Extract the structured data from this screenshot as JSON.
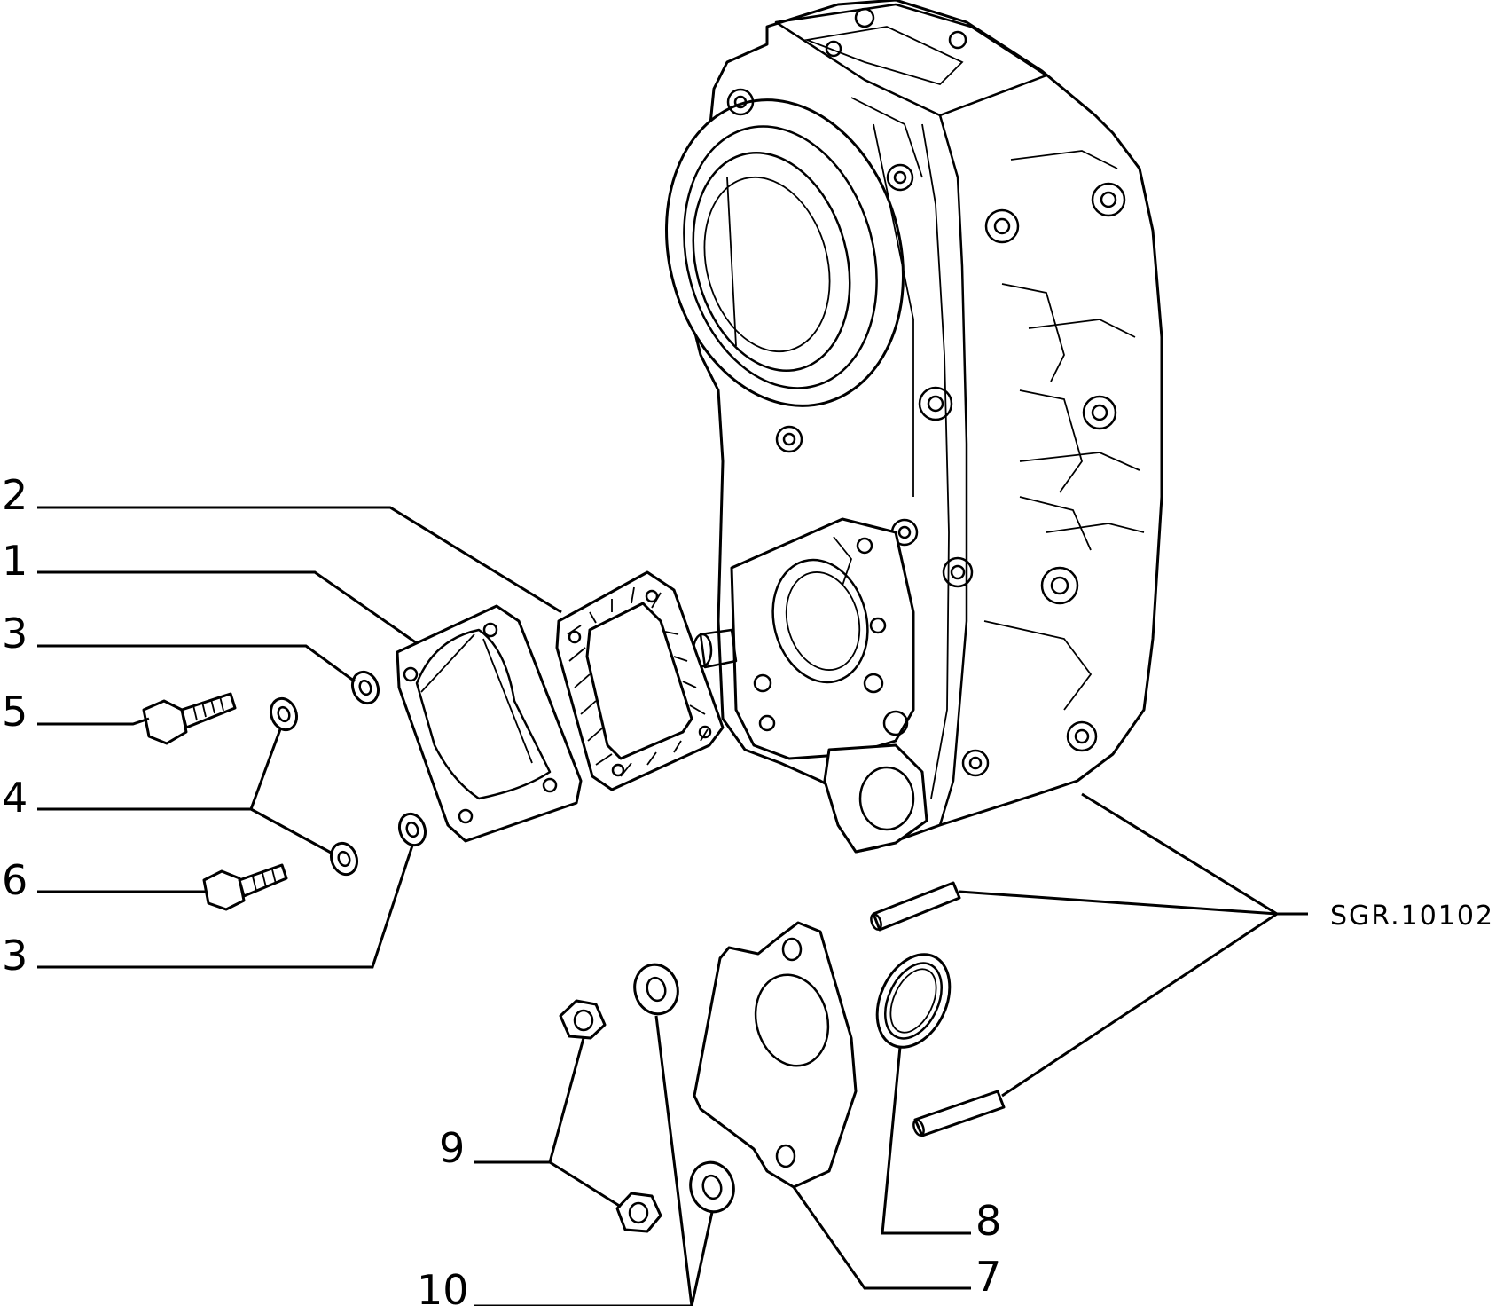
{
  "diagram": {
    "callouts": [
      {
        "id": "c2a",
        "text": "2"
      },
      {
        "id": "c1",
        "text": "1"
      },
      {
        "id": "c3a",
        "text": "3"
      },
      {
        "id": "c5",
        "text": "5"
      },
      {
        "id": "c4",
        "text": "4"
      },
      {
        "id": "c6",
        "text": "6"
      },
      {
        "id": "c3b",
        "text": "3"
      },
      {
        "id": "c9",
        "text": "9"
      },
      {
        "id": "c10",
        "text": "10"
      },
      {
        "id": "c8",
        "text": "8"
      },
      {
        "id": "c7",
        "text": "7"
      }
    ],
    "reference": "SGR.10102"
  }
}
